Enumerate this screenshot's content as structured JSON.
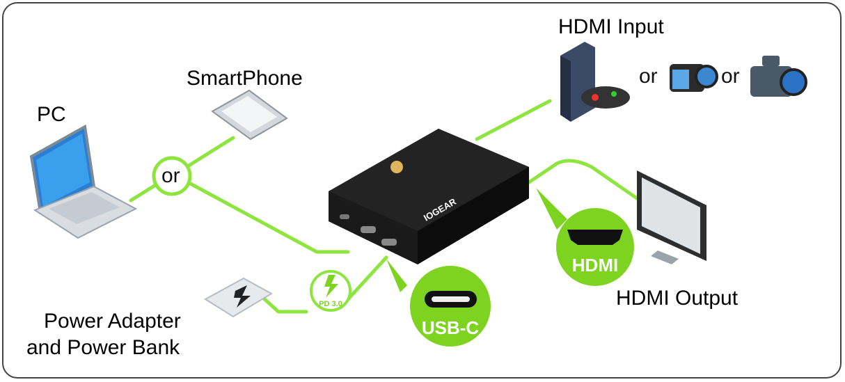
{
  "labels": {
    "pc": "PC",
    "smartphone": "SmartPhone",
    "or_connector": "or",
    "hdmi_input": "HDMI Input",
    "or_1": "or",
    "or_2": "or",
    "power_line1": "Power Adapter",
    "power_line2": "and Power Bank",
    "hdmi_output": "HDMI Output",
    "usbc_badge": "USB-C",
    "hdmi_badge": "HDMI",
    "pd_badge": "PD 3.0",
    "brand": "IOGEAR"
  },
  "colors": {
    "cable_green": "#8ee53f",
    "badge_green": "#7ed321",
    "device_black": "#1a1a1a"
  }
}
